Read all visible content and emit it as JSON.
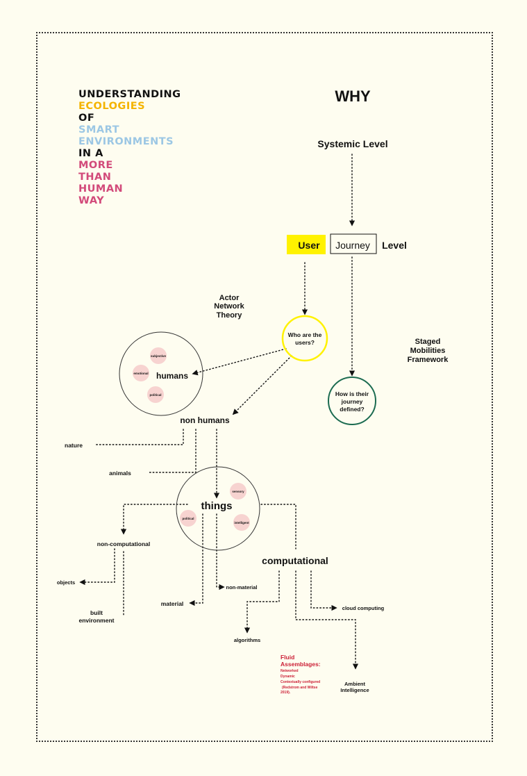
{
  "colors": {
    "black": "#111111",
    "yellow": "#f4b400",
    "blue": "#9cc7e4",
    "pink": "#d24a7a",
    "highlight": "#fff200",
    "green": "#1b6b50",
    "red": "#cc1f36",
    "bubble": "#f7d3d0"
  },
  "title": [
    {
      "text": "UNDERSTANDING",
      "color": "#111111"
    },
    {
      "text": "ECOLOGIES",
      "color": "#f4b400"
    },
    {
      "text": "OF",
      "color": "#111111"
    },
    {
      "text": "SMART",
      "color": "#9cc7e4"
    },
    {
      "text": "ENVIRONMENTS",
      "color": "#9cc7e4"
    },
    {
      "text": "IN A",
      "color": "#111111"
    },
    {
      "text": "MORE",
      "color": "#d24a7a"
    },
    {
      "text": "THAN",
      "color": "#d24a7a"
    },
    {
      "text": "HUMAN",
      "color": "#d24a7a"
    },
    {
      "text": "WAY",
      "color": "#d24a7a"
    }
  ],
  "why": "WHY",
  "systemic_level": "Systemic Level",
  "user": "User",
  "journey": "Journey",
  "level": "Level",
  "actor_network_theory": [
    "Actor",
    "Network",
    "Theory"
  ],
  "staged_mobilities": [
    "Staged",
    "Mobilities",
    "Framework"
  ],
  "who_users": [
    "Who are the",
    "users?"
  ],
  "journey_defined": [
    "How is their",
    "journey",
    "defined?"
  ],
  "humans": "humans",
  "human_bubbles": [
    "subjective",
    "emotional",
    "political"
  ],
  "non_humans": "non humans",
  "nature": "nature",
  "animals": "animals",
  "things": "things",
  "thing_bubbles": [
    "sensory",
    "political",
    "intelligent"
  ],
  "non_computational": "non-computational",
  "objects": "objects",
  "built_environment": [
    "built",
    "environment"
  ],
  "material": "material",
  "non_material": "non-material",
  "computational": "computational",
  "cloud_computing": "cloud computing",
  "algorithms": "algorithms",
  "ambient_intelligence": [
    "Ambient",
    "Intelligence"
  ],
  "fluid": {
    "heading": [
      "Fluid",
      "Assemblages:"
    ],
    "lines": [
      "Networked",
      "Dynamic",
      "Contextually configured",
      "(Redstrom and Wiltse",
      "2019)."
    ]
  }
}
